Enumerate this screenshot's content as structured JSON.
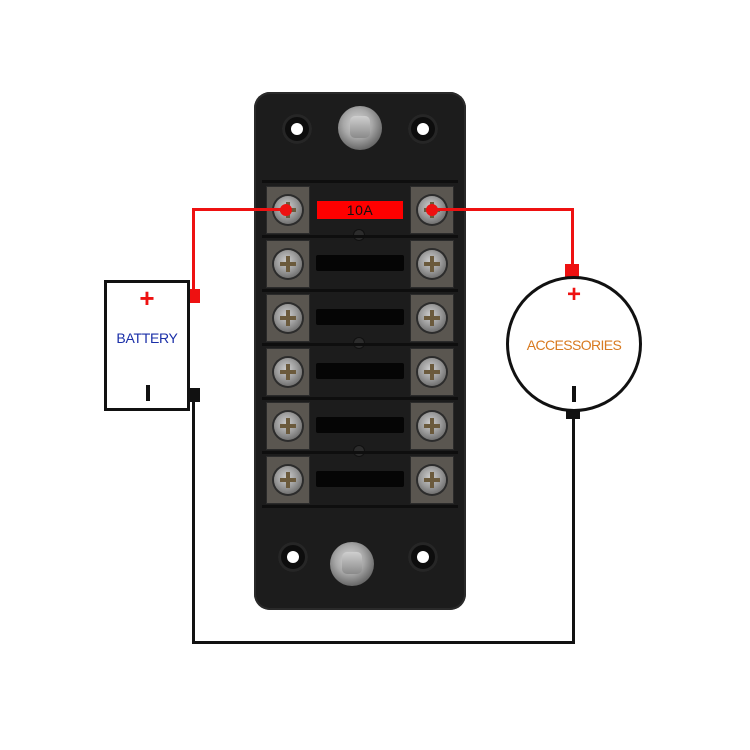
{
  "diagram": {
    "type": "wiring-diagram",
    "description": "6-way blade fuse block wiring to battery and accessories"
  },
  "fuse_block": {
    "ways": 6,
    "fuse_label": "10A",
    "top_stud": "positive-input-stud",
    "bottom_stud": "negative-ground-stud",
    "rows": [
      {
        "index": 1,
        "fuse": "10A",
        "wired": true
      },
      {
        "index": 2,
        "fuse": "",
        "wired": false
      },
      {
        "index": 3,
        "fuse": "",
        "wired": false
      },
      {
        "index": 4,
        "fuse": "",
        "wired": false
      },
      {
        "index": 5,
        "fuse": "",
        "wired": false
      },
      {
        "index": 6,
        "fuse": "",
        "wired": false
      }
    ]
  },
  "battery": {
    "label": "BATTERY",
    "positive_symbol": "+",
    "negative_symbol": "I"
  },
  "accessories": {
    "label": "ACCESSORIES",
    "positive_symbol": "+",
    "negative_symbol": "I"
  },
  "colors": {
    "positive_wire": "#ee1111",
    "negative_wire": "#111111",
    "battery_text": "#1a2fa8",
    "accessories_text": "#d87a20",
    "fuse_label_bg": "#ff0000",
    "block_body": "#1c1c1c"
  },
  "connections": [
    {
      "from": "battery+",
      "to": "fuse-row-1-left-terminal",
      "color": "red"
    },
    {
      "from": "fuse-row-1-right-terminal",
      "to": "accessories+",
      "color": "red"
    },
    {
      "from": "battery-",
      "to": "accessories-",
      "color": "black"
    }
  ]
}
